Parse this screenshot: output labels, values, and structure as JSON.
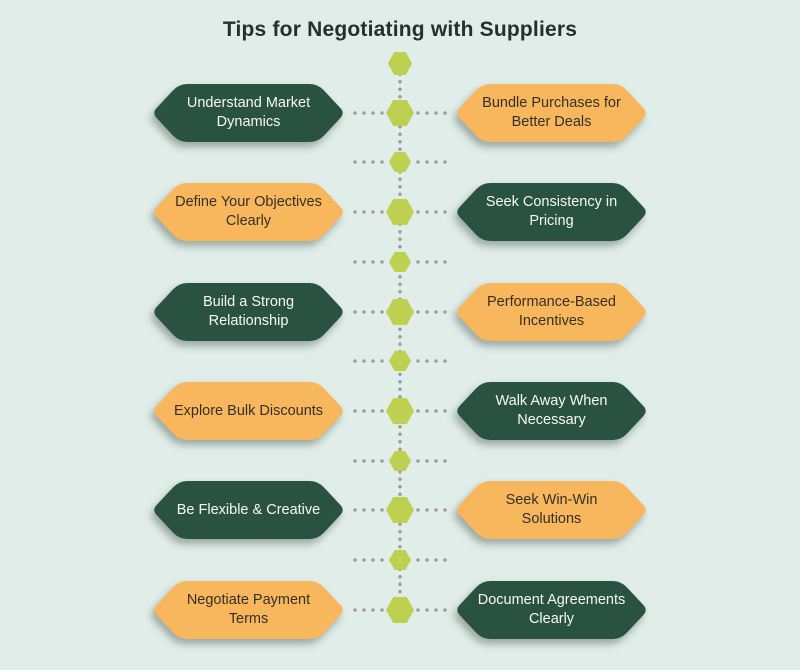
{
  "title": "Tips for Negotiating with Suppliers",
  "theme": {
    "background": "#e0ede8",
    "dark_green": "#2a5241",
    "orange": "#f8b75c",
    "node_green": "#bdd04f",
    "dot_gray": "#9b9b9b",
    "title_color": "#282e2c",
    "text_on_green": "#f6f8f6",
    "text_on_orange": "#33302a"
  },
  "timeline": {
    "node_shape": "hexagon",
    "node_count": 12,
    "connector_style": "dotted"
  },
  "rows": [
    {
      "left": {
        "label": "Understand Market\nDynamics",
        "color": "green"
      },
      "right": {
        "label": "Bundle Purchases for\nBetter Deals",
        "color": "orange"
      }
    },
    {
      "left": {
        "label": "Define Your Objectives\nClearly",
        "color": "orange"
      },
      "right": {
        "label": "Seek Consistency in\nPricing",
        "color": "green"
      }
    },
    {
      "left": {
        "label": "Build a Strong\nRelationship",
        "color": "green"
      },
      "right": {
        "label": "Performance-Based\nIncentives",
        "color": "orange"
      }
    },
    {
      "left": {
        "label": "Explore Bulk Discounts",
        "color": "orange"
      },
      "right": {
        "label": "Walk Away When\nNecessary",
        "color": "green"
      }
    },
    {
      "left": {
        "label": "Be Flexible & Creative",
        "color": "green"
      },
      "right": {
        "label": "Seek Win-Win\nSolutions",
        "color": "orange"
      }
    },
    {
      "left": {
        "label": "Negotiate Payment\nTerms",
        "color": "orange"
      },
      "right": {
        "label": "Document Agreements\nClearly",
        "color": "green"
      }
    }
  ]
}
